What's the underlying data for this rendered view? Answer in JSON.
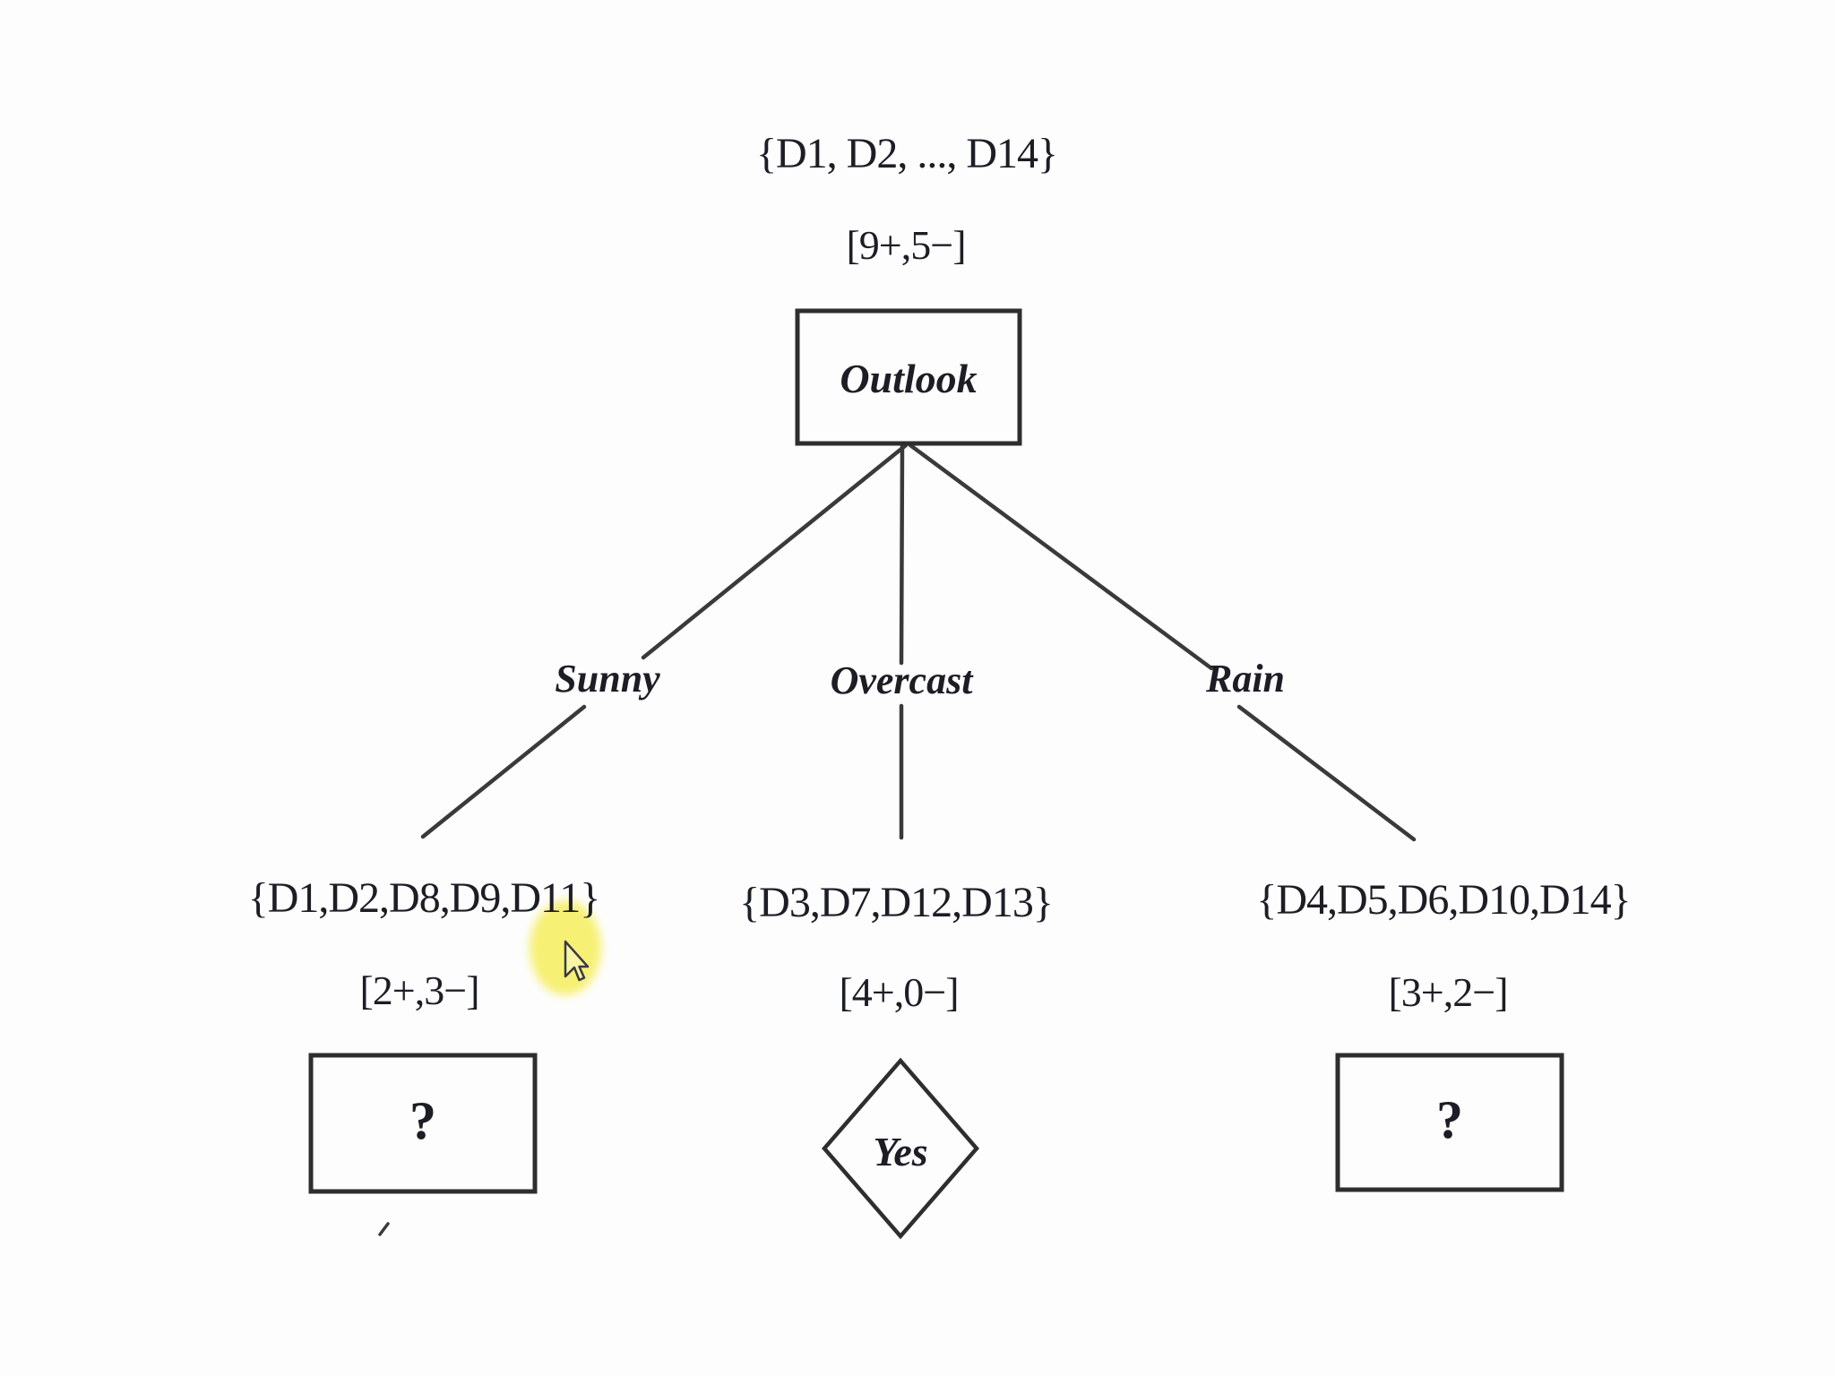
{
  "diagram": {
    "type": "decision-tree",
    "root": {
      "set_label": "{D1, D2, ..., D14}",
      "class_counts": "[9+,5−]",
      "attribute": "Outlook"
    },
    "branches": [
      {
        "label": "Sunny"
      },
      {
        "label": "Overcast"
      },
      {
        "label": "Rain"
      }
    ],
    "children": [
      {
        "set_label": "{D1,D2,D8,D9,D11}",
        "class_counts": "[2+,3−]",
        "node_value": "?",
        "shape": "rect"
      },
      {
        "set_label": "{D3,D7,D12,D13}",
        "class_counts": "[4+,0−]",
        "node_value": "Yes",
        "shape": "diamond"
      },
      {
        "set_label": "{D4,D5,D6,D10,D14}",
        "class_counts": "[3+,2−]",
        "node_value": "?",
        "shape": "rect"
      }
    ]
  },
  "annotations": {
    "highlight_icon": "yellow-highlight",
    "cursor_icon": "mouse-pointer"
  },
  "colors": {
    "text": "#1d1d26",
    "line": "#3a3a3a",
    "box_border": "#2e2e2e",
    "highlight": "#f6ef66",
    "background": "#fdfdfd"
  }
}
